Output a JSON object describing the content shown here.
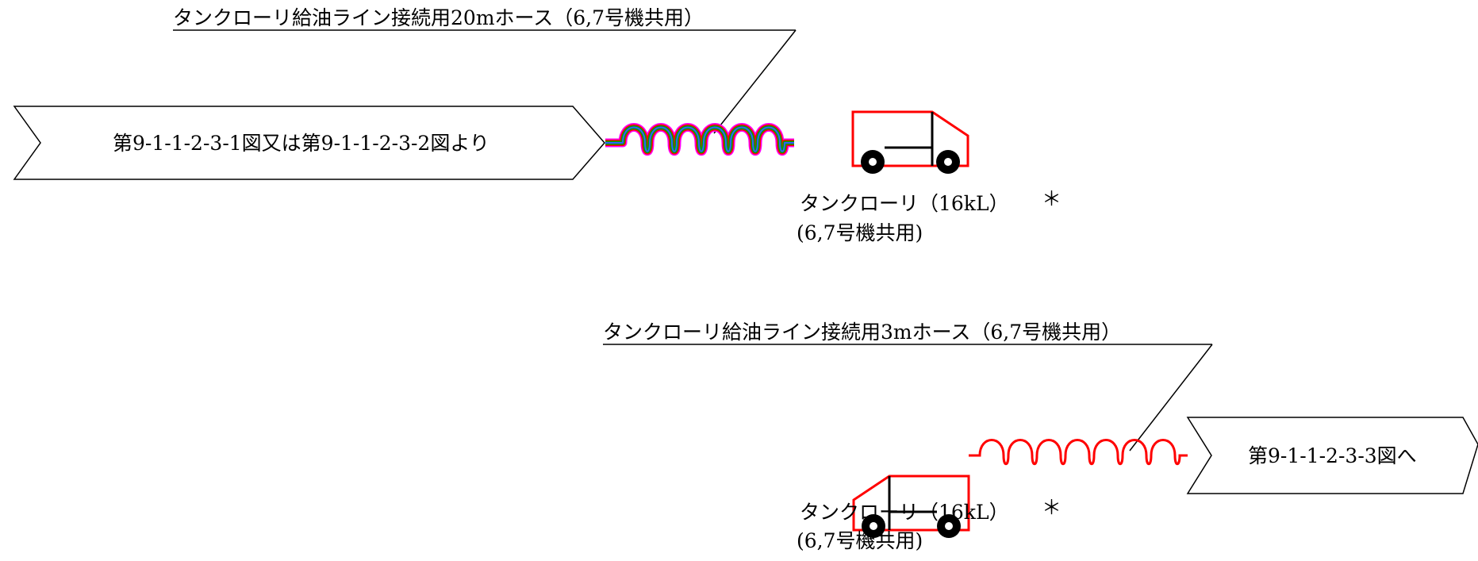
{
  "top": {
    "hose_label": "タンクローリ給油ライン接続用20mホース（6,7号機共用）",
    "arrow_label": "第9-1-1-2-3-1図又は第9-1-1-2-3-2図より",
    "truck_label": "タンクローリ（16kL）",
    "truck_marker": "＊",
    "truck_sublabel": "(6,7号機共用)"
  },
  "bottom": {
    "hose_label": "タンクローリ給油ライン接続用3mホース（6,7号機共用）",
    "arrow_label": "第9-1-1-2-3-3図へ",
    "truck_label": "タンクローリ（16kL）",
    "truck_marker": "＊",
    "truck_sublabel": "(6,7号機共用)"
  },
  "colors": {
    "truck": "#ff0000",
    "hose_top": [
      "#ff00ff",
      "#ff0000",
      "#00a000",
      "#3060ff"
    ],
    "hose_bottom": "#ff0000",
    "line": "#000000"
  }
}
